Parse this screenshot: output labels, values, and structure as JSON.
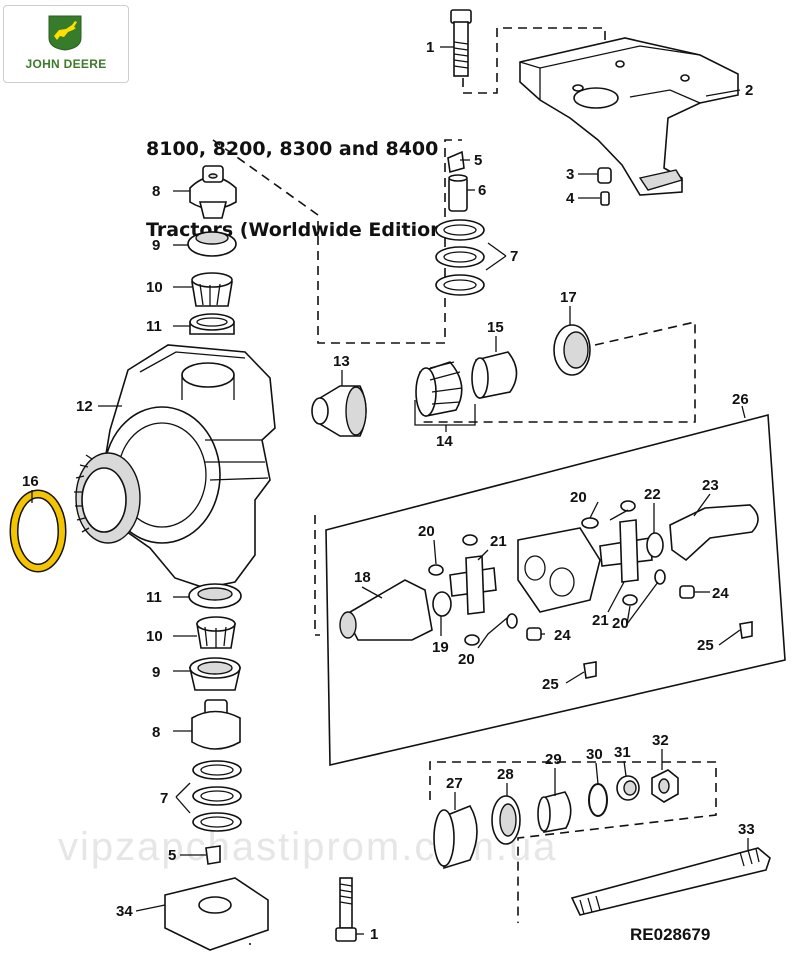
{
  "logo": {
    "brand": "JOHN DEERE",
    "icon": "deer-icon",
    "colors": {
      "green": "#367c2b",
      "yellow": "#ffde00"
    }
  },
  "title": {
    "line1": "8100, 8200, 8300 and 8400",
    "line2": "Tractors (Worldwide Edition)"
  },
  "callouts": {
    "c1_top": "1",
    "c2": "2",
    "c3": "3",
    "c4": "4",
    "c5_top": "5",
    "c6": "6",
    "c7_top": "7",
    "c8_top": "8",
    "c9_top": "9",
    "c10_top": "10",
    "c11_top": "11",
    "c12": "12",
    "c13": "13",
    "c14": "14",
    "c15": "15",
    "c16": "16",
    "c17": "17",
    "c18": "18",
    "c19": "19",
    "c20_a": "20",
    "c20_b": "20",
    "c20_c": "20",
    "c20_d": "20",
    "c21_a": "21",
    "c21_b": "21",
    "c22": "22",
    "c23": "23",
    "c24_a": "24",
    "c24_b": "24",
    "c25_a": "25",
    "c25_b": "25",
    "c26": "26",
    "c11_bot": "11",
    "c10_bot": "10",
    "c9_bot": "9",
    "c8_bot": "8",
    "c7_bot": "7",
    "c5_bot": "5",
    "c27": "27",
    "c28": "28",
    "c29": "29",
    "c30": "30",
    "c31": "31",
    "c32": "32",
    "c33": "33",
    "c34": "34",
    "c1_bot": "1"
  },
  "drawing_code": "RE028679",
  "watermark": "vipzapchastiprom.com.ua",
  "highlight_color": "#f5c400"
}
